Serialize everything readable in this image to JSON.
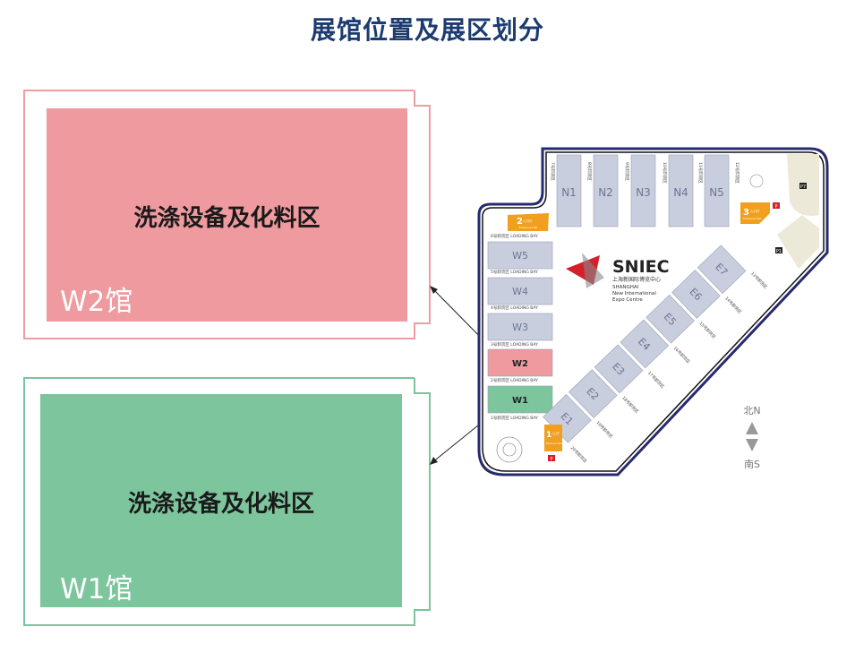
{
  "title": "展馆位置及展区划分",
  "zones": [
    {
      "hall": "W2馆",
      "name": "洗涤设备及化料区",
      "color": "#ee9a9f",
      "border": "#ef9ca2"
    },
    {
      "hall": "W1馆",
      "name": "洗涤设备及化料区",
      "color": "#7dc59d",
      "border": "#7cc49c"
    }
  ],
  "map": {
    "logo": {
      "brand": "SNIEC",
      "cn": "上海新国际博览中心",
      "en1": "SHANGHAI",
      "en2": "New International",
      "en3": "Expo Centre"
    },
    "north_halls": [
      "N1",
      "N2",
      "N3",
      "N4",
      "N5"
    ],
    "north_bays": [
      "7号卸货区",
      "8号卸货区",
      "9号卸货区",
      "10号卸货区",
      "11号卸货区",
      "12号卸货区"
    ],
    "west_halls": [
      "W5",
      "W4",
      "W3",
      "W2",
      "W1"
    ],
    "west_bays": [
      "6号卸货区 LOADING BAY",
      "5号卸货区 LOADING BAY",
      "4号卸货区 LOADING BAY",
      "3号卸货区 LOADING BAY",
      "2号卸货区 LOADING BAY",
      "1号卸货区 LOADING BAY"
    ],
    "east_halls": [
      "E1",
      "E2",
      "E3",
      "E4",
      "E5",
      "E6",
      "E7"
    ],
    "east_bays": [
      "20号卸货区",
      "19号卸货区",
      "18号卸货区",
      "17号卸货区",
      "16号卸货区",
      "15号卸货区",
      "14号卸货区",
      "13号卸货区"
    ],
    "loading_bay": "LOADING BAY",
    "entrances": [
      {
        "num": "1",
        "cn": "入口厅",
        "en": "Entrance Hall"
      },
      {
        "num": "2",
        "cn": "入口厅",
        "en": "Entrance Hall"
      },
      {
        "num": "3",
        "cn": "入口厅",
        "en": "Entrance Hall"
      }
    ],
    "parking": [
      "P",
      "P1",
      "P7"
    ],
    "compass": {
      "north": "北N",
      "south": "南S"
    }
  }
}
